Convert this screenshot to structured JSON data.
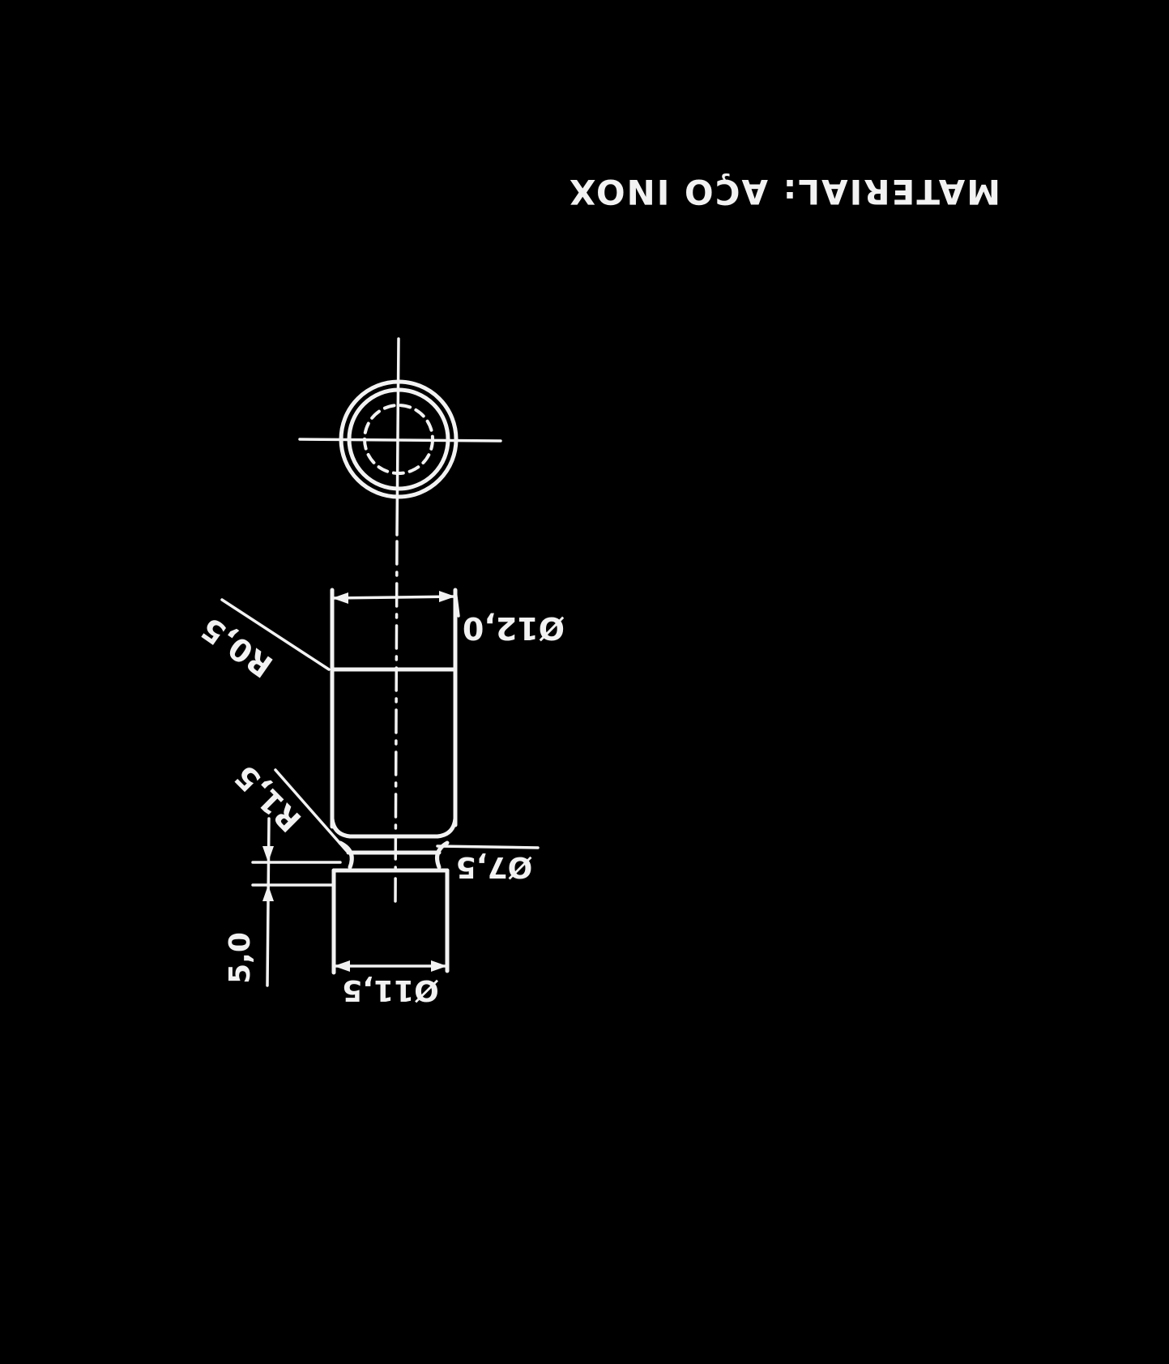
{
  "material_note": "MATERIAL: AÇO INOX",
  "dimensions": {
    "outer_diameter": "Ø12,0",
    "edge_radius": "R0,5",
    "groove_radius": "R1,5",
    "groove_diameter": "Ø7,5",
    "tip_diameter": "Ø11,5",
    "tip_length": "5,0"
  },
  "colors": {
    "background": "#000000",
    "ink": "#f2f2f2"
  }
}
